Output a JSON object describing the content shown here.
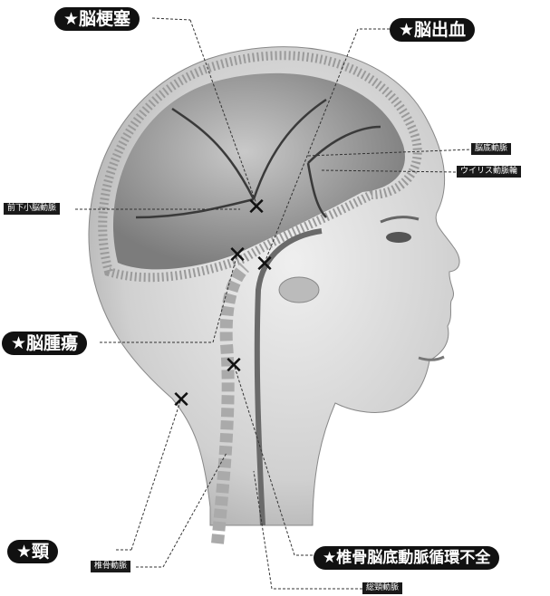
{
  "labels": {
    "cerebral_infarction": "★脳梗塞",
    "cerebral_hemorrhage": "★脳出血",
    "brain_tumor": "★脳腫瘍",
    "neck": "★頸",
    "vbi": "★椎骨脳底動脈循環不全"
  },
  "small_labels": {
    "basilar_artery": "脳底動脈",
    "circle_of_willis": "ウイリス動脈輪",
    "aica": "前下小脳動脈",
    "vertebral_artery": "椎骨動脈",
    "carotid_artery": "総頸動脈"
  },
  "marker_symbol": "✕",
  "colors": {
    "label_bg": "#111111",
    "label_text": "#ffffff",
    "skin": "#d8d8d8",
    "artery": "#555555"
  }
}
